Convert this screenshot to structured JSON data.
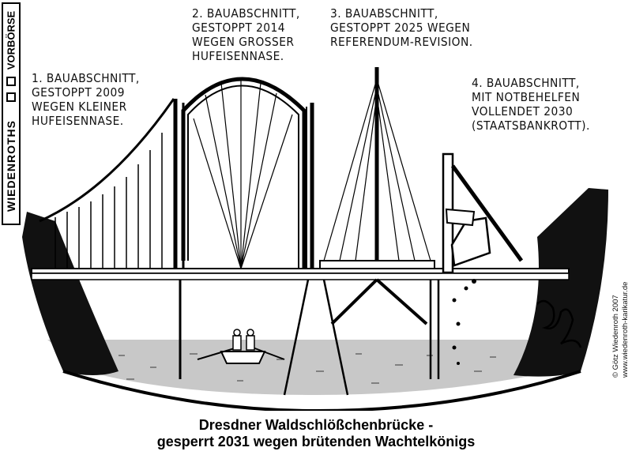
{
  "labels": {
    "stage1": [
      "1. BAUABSCHNITT,",
      "GESTOPPT 2009",
      "WEGEN KLEINER",
      "HUFEISENNASE."
    ],
    "stage2": [
      "2. BAUABSCHNITT,",
      "GESTOPPT 2014",
      "WEGEN GROSSER",
      "HUFEISENNASE."
    ],
    "stage3": [
      "3. BAUABSCHNITT,",
      "GESTOPPT 2025 WEGEN",
      "REFERENDUM-REVISION."
    ],
    "stage4": [
      "4. BAUABSCHNITT,",
      "MIT NOTBEHELFEN",
      "VOLLENDET 2030",
      "(STAATSBANKROTT)."
    ]
  },
  "side_tag": {
    "section": "VORBÖRSE",
    "brand": "WIEDENROTHS"
  },
  "copyright": {
    "line1": "© Götz Wiedenroth 2007",
    "line2": "www.wiedenroth-karikatur.de"
  },
  "caption": {
    "line1": "Dresdner Waldschlößchenbrücke -",
    "line2": "gesperrt 2031 wegen brütenden Wachtelkönigs"
  },
  "colors": {
    "ink": "#000000",
    "water": "#c8c8c8",
    "paper": "#ffffff"
  }
}
